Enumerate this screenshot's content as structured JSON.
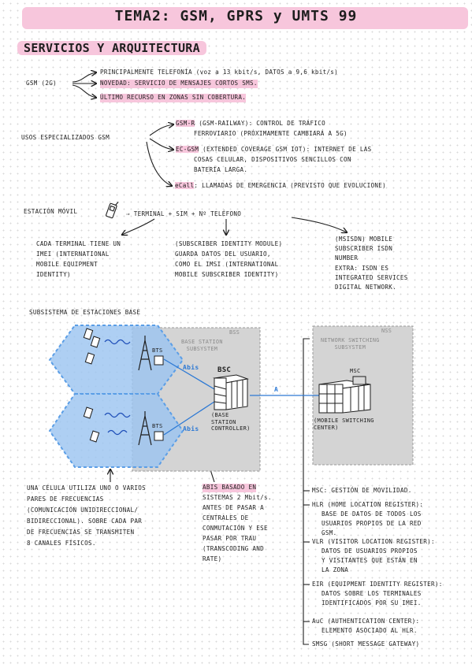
{
  "title": "TEMA2: GSM, GPRS y UMTS 99",
  "section_title": "SERVICIOS Y ARQUITECTURA",
  "gsm": {
    "label": "GSM (2G)",
    "item1": "PRINCIPALMENTE TELEFONÍA (voz a 13 kbit/s, DATOS a 9,6 kbit/s)",
    "item2": "NOVEDAD: SERVICIO DE MENSAJES CORTOS SMS.",
    "item3": "ÚLTIMO RECURSO EN ZONAS SIN COBERTURA."
  },
  "usos": {
    "label": "USOS ESPECIALIZADOS GSM",
    "gsmr_term": "GSM-R",
    "gsmr_line1": " (GSM-RAILWAY): CONTROL DE TRÁFICO",
    "gsmr_line2": "FERROVIARIO (PRÓXIMAMENTE CAMBIARÁ A 5G)",
    "ecgsm_term": "EC-GSM",
    "ecgsm_line1": " (EXTENDED COVERAGE GSM IOT): INTERNET DE LAS",
    "ecgsm_line2": "COSAS CELULAR, DISPOSITIVOS SENCILLOS CON",
    "ecgsm_line3": "BATERÍA LARGA.",
    "ecall_term": "eCall",
    "ecall_line": ": LLAMADAS DE EMERGENCIA (PREVISTO QUE EVOLUCIONE)"
  },
  "estacion": {
    "label": "ESTACIÓN MÓVIL",
    "formula": "⇒ TERMINAL + SIM + Nº TELÉFONO",
    "terminal_lines": [
      "CADA TERMINAL TIENE UN",
      "IMEI (INTERNATIONAL",
      "MOBILE EQUIPMENT",
      "IDENTITY)"
    ],
    "sim_lines": [
      "(SUBSCRIBER IDENTITY MODULE)",
      "GUARDA DATOS DEL USUARIO,",
      "COMO EL IMSI (INTERNATIONAL",
      "MOBILE SUBSCRIBER IDENTITY)"
    ],
    "msisdn_lines": [
      "(MSISDN) MOBILE",
      "SUBSCRIBER ISDN",
      "NUMBER",
      "EXTRA: ISDN ES",
      "INTEGRATED SERVICES",
      "DIGITAL NETWORK."
    ]
  },
  "diagram": {
    "subsystem_title": "SUBSISTEMA DE ESTACIONES BASE",
    "bss_abbr": "BSS",
    "bss_full": "BASE STATION\nSUBSYSTEM",
    "nss_abbr": "NSS",
    "nss_full": "NETWORK SWITCHING\nSUBSYSTEM",
    "bts": "BTS",
    "abis": "Abis",
    "bsc": "BSC",
    "bsc_desc": "(BASE\nSTATION\nCONTROLLER)",
    "a_iface": "A",
    "msc": "MSC",
    "msc_desc": "(MOBILE SWITCHING\nCENTER)"
  },
  "notes": {
    "cell_lines": [
      "UNA CÉLULA UTILIZA UNO O VARIOS",
      "PARES DE FRECUENCIAS",
      "(COMUNICACIÓN UNIDIRECCIONAL/",
      "BIDIRECCIONAL). SOBRE CADA PAR",
      "DE FRECUENCIAS SE TRANSMITEN",
      "8 CANALES FÍSICOS."
    ],
    "abis_lines": [
      "ABIS BASADO EN",
      "SISTEMAS 2 Mbit/s.",
      "ANTES DE PASAR A",
      "CENTRALES DE",
      "CONMUTACIÓN Y ESE",
      "PASAR POR TRAU",
      "(TRANSCODING AND",
      "RATE)"
    ],
    "nss_items": [
      [
        "MSC: GESTIÓN DE MOVILIDAD."
      ],
      [
        "HLR (HOME LOCATION REGISTER):",
        "BASE DE DATOS DE TODOS LOS",
        "USUARIOS PROPIOS DE LA RED",
        "GSM."
      ],
      [
        "VLR (VISITOR LOCATION REGISTER):",
        "DATOS DE USUARIOS PROPIOS",
        "Y VISITANTES QUE ESTÁN EN",
        "LA ZONA"
      ],
      [
        "EIR (EQUIPMENT IDENTITY REGISTER):",
        "DATOS SOBRE LOS TERMINALES",
        "IDENTIFICADOS POR SU IMEI."
      ],
      [
        "AuC (AUTHENTICATION CENTER):",
        "ELEMENTO ASOCIADO AL HLR."
      ],
      [
        "SMSG (SHORT MESSAGE GATEWAY)"
      ]
    ]
  },
  "colors": {
    "pink": "#f7c6dc",
    "blue": "#2d79d4",
    "cell_fill": "#9cc5f0",
    "gray_box": "#d4d4d4"
  }
}
